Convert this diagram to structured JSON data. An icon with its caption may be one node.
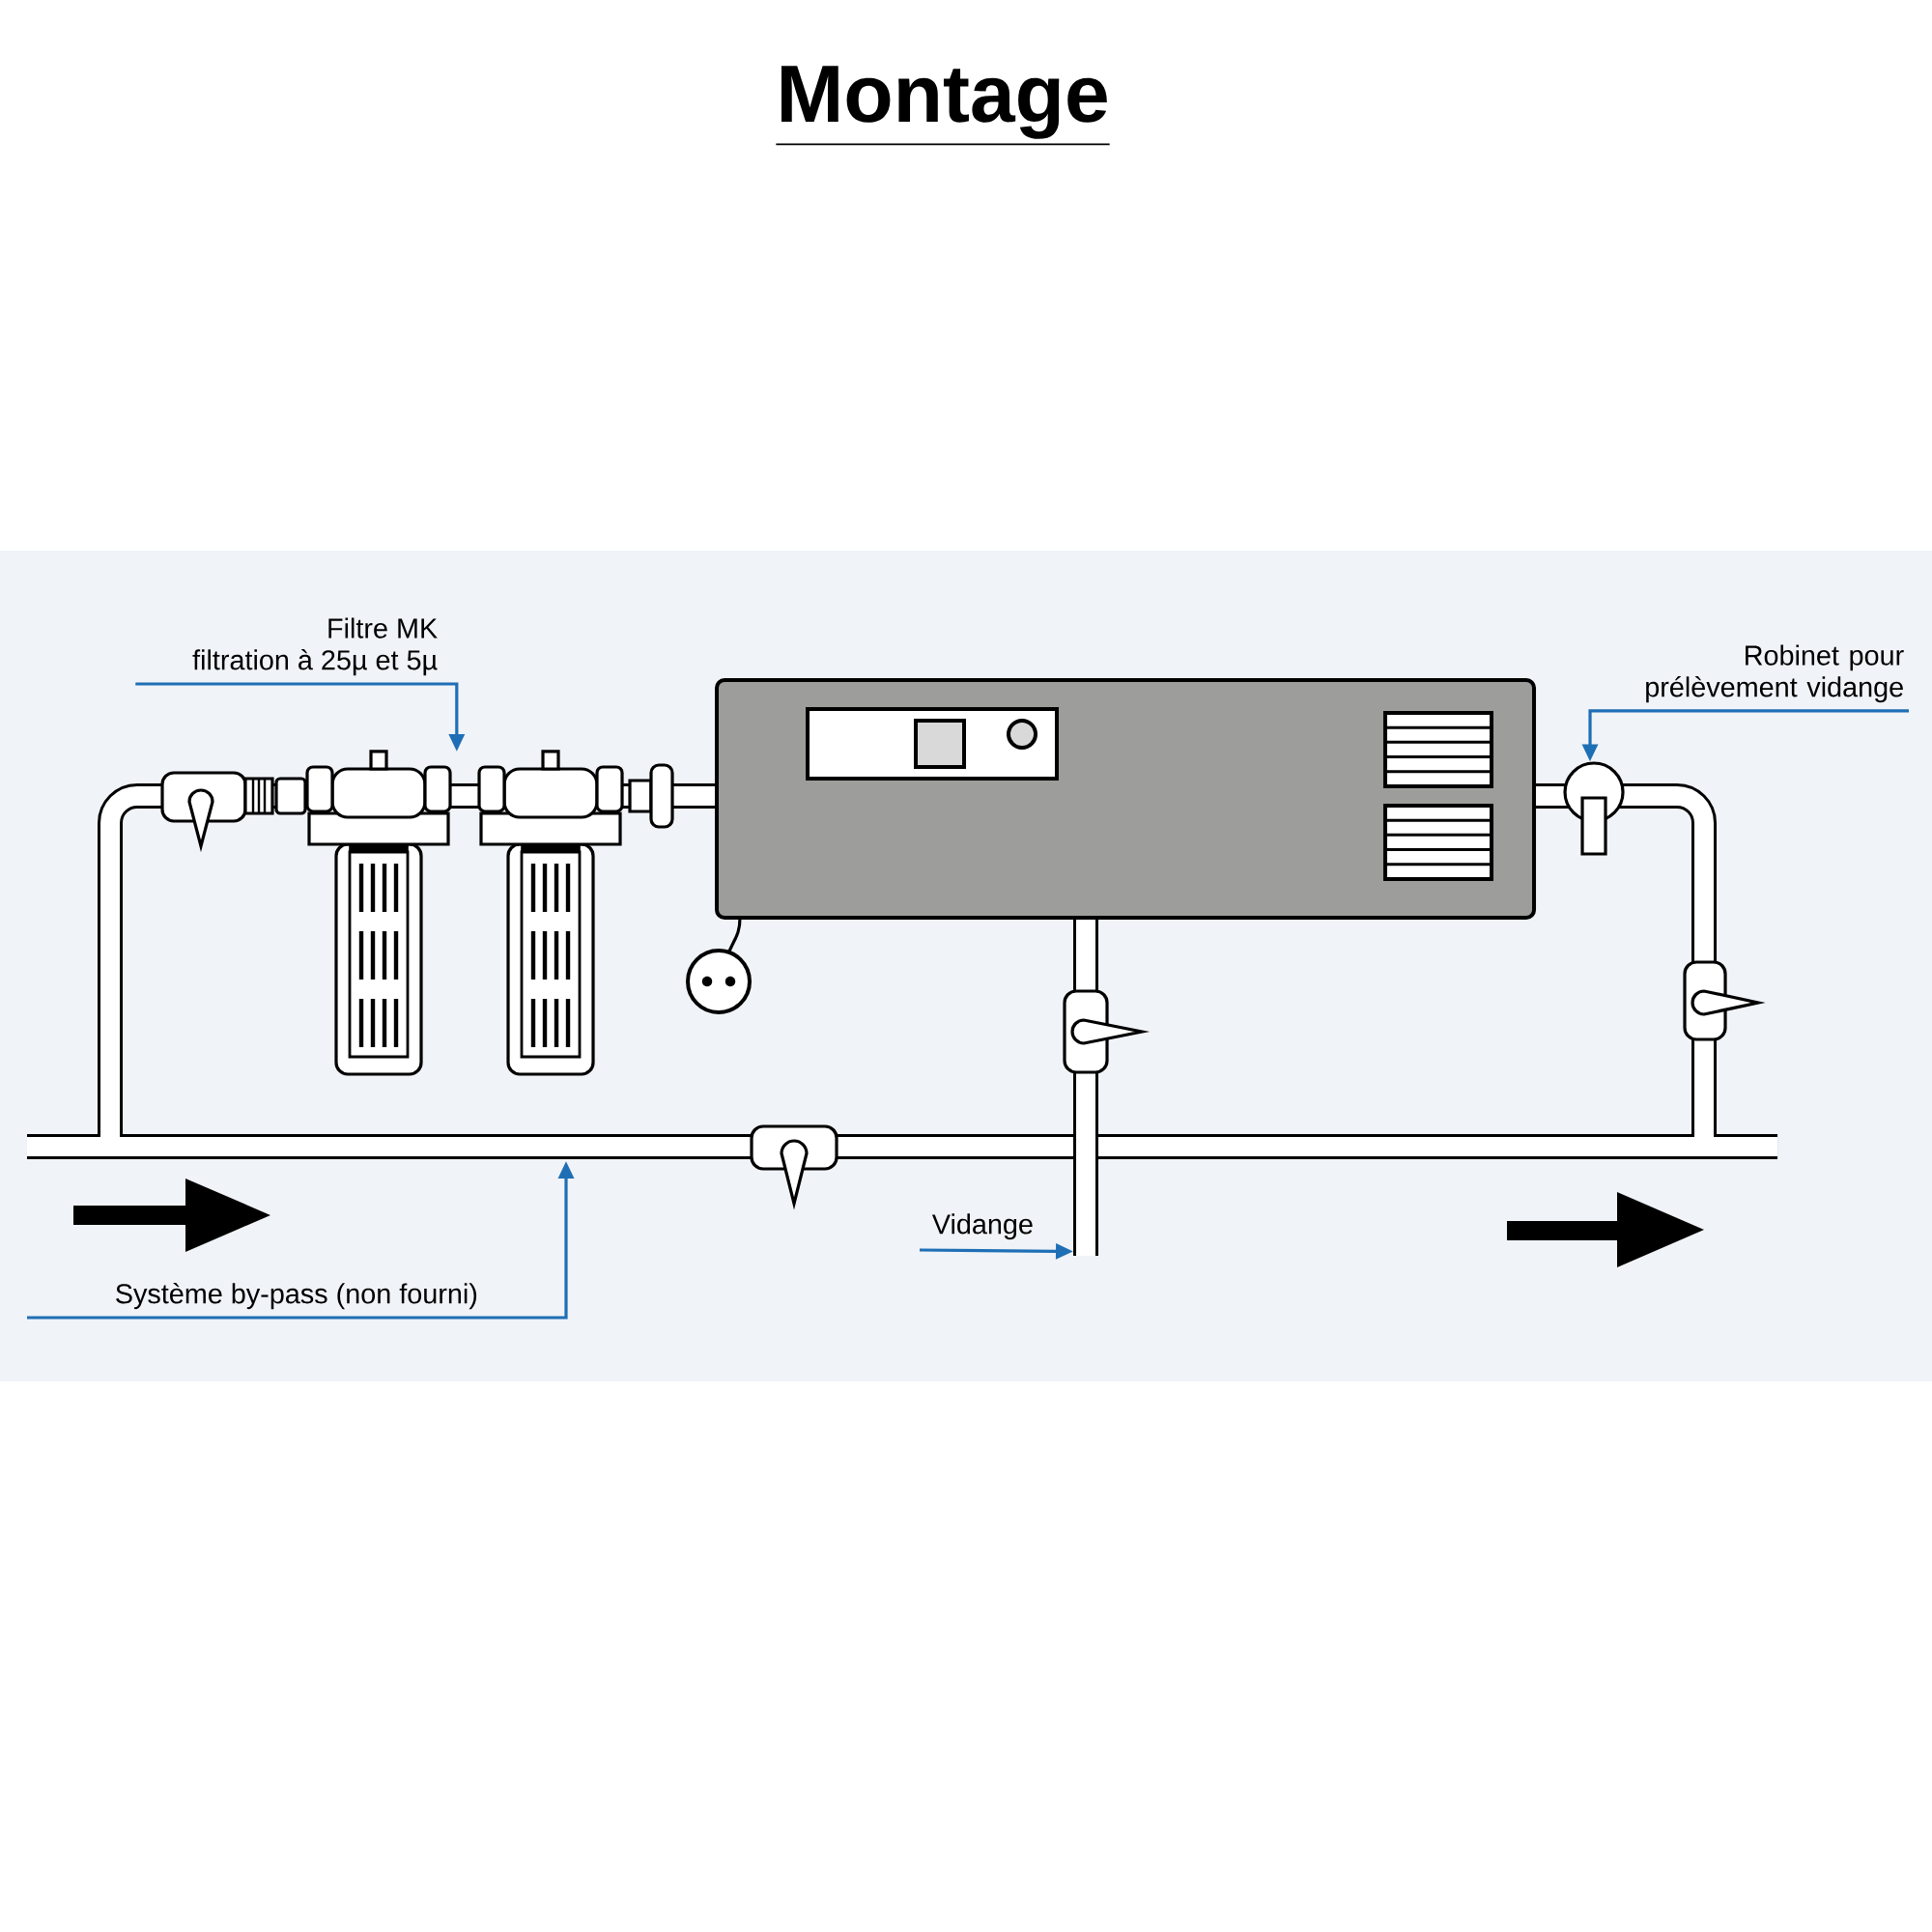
{
  "diagram": {
    "title": "Montage",
    "nodes": [
      {
        "text": [
          "Filtre MK",
          "filtration à 25µ et 5µ"
        ]
      },
      {
        "text": [],
        "shape": "picture"
      },
      {
        "text": [
          "Robinet pour prélèvement vidange"
        ]
      },
      {
        "text": [],
        "shape": "circle"
      },
      {
        "text": [],
        "shape": "circle"
      },
      {
        "text": [],
        "shape": "bar"
      },
      {
        "text": [
          "Vidange"
        ]
      },
      {
        "text": [
          "Système by-pass (non fourni)"
        ]
      }
    ],
    "edges": [
      {
        "from": 0,
        "to": 1,
        "arrow": "to"
      },
      {
        "from": 2,
        "to": 3,
        "arrow": "to"
      },
      {
        "from": 6,
        "to": 5,
        "arrow": "to"
      },
      {
        "from": 7,
        "to": null,
        "arrow": "to"
      }
    ]
  }
}
